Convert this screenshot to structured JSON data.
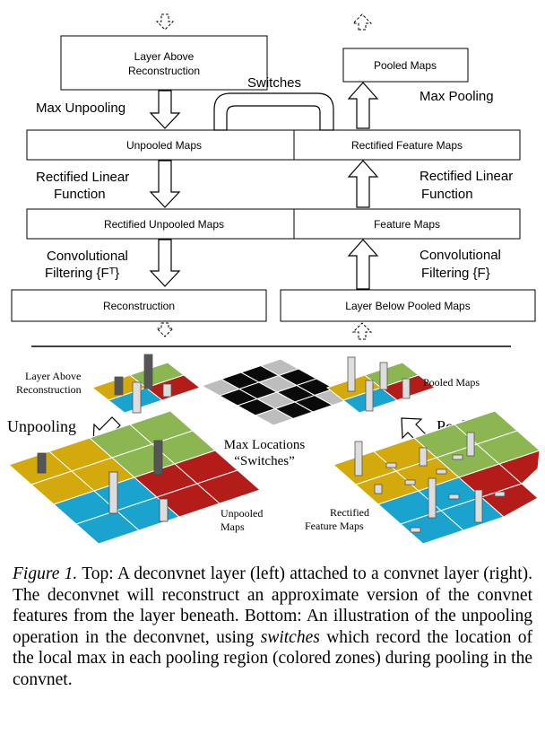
{
  "deconvnet": {
    "layer_above": [
      "Layer Above",
      "Reconstruction"
    ],
    "unpooled_maps": "Unpooled Maps",
    "rectified_unpooled_maps": "Rectified Unpooled Maps",
    "reconstruction": "Reconstruction",
    "max_unpooling": "Max Unpooling",
    "rectified_linear": [
      "Rectified Linear",
      "Function"
    ],
    "conv_filtering": [
      "Convolutional",
      "Filtering {Fᵀ}"
    ]
  },
  "convnet": {
    "pooled_maps": "Pooled Maps",
    "rectified_feature_maps": "Rectified Feature Maps",
    "feature_maps": "Feature Maps",
    "layer_below": "Layer Below Pooled Maps",
    "max_pooling": "Max Pooling",
    "rectified_linear": [
      "Rectified Linear",
      "Function"
    ],
    "conv_filtering": [
      "Convolutional",
      "Filtering {F}"
    ]
  },
  "switches_label": "Switches",
  "bottom": {
    "layer_above": [
      "Layer Above",
      "Reconstruction"
    ],
    "unpooling": "Unpooling",
    "pooling": "Pooling",
    "pooled_maps": "Pooled Maps",
    "max_locations": [
      "Max Locations",
      "“Switches”"
    ],
    "unpooled_maps": [
      "Unpooled",
      "Maps"
    ],
    "rectified_feature_maps": [
      "Rectified",
      "Feature Maps"
    ]
  },
  "colors": {
    "yellow": "#d4a90c",
    "green": "#8bb651",
    "blue": "#1aa3cf",
    "red": "#b41c1a",
    "dark": "#444444",
    "bar": "#d9d9d9"
  },
  "caption": {
    "figure_label": "Figure 1.",
    "text_1": " Top: A deconvnet layer (left) attached to a convnet layer (right). The deconvnet will reconstruct an approximate version of the convnet features from the layer beneath. Bottom: An illustration of the unpooling operation in the deconvnet, using ",
    "switches_word": "switches",
    "text_2": " which record the location of the local max in each pooling region (colored zones) during pooling in the convnet."
  }
}
